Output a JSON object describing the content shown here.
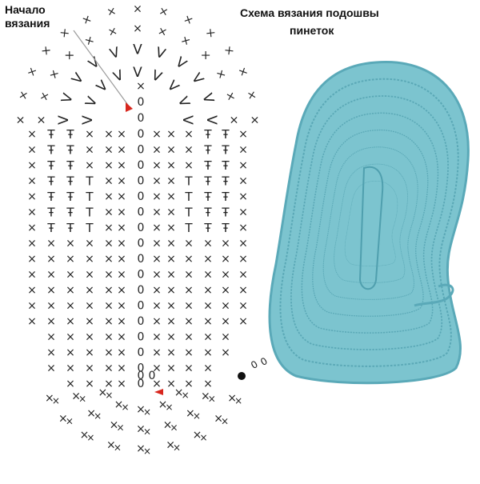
{
  "labels": {
    "start_line1": "Начало",
    "start_line2": "вязания",
    "title_line1": "Схема вязания подошвы",
    "title_line2": "пинеток"
  },
  "legend_symbols": {
    "single_crochet": "×",
    "chain": "0",
    "half_double": "T",
    "double": "Ŧ",
    "increase": "V",
    "slip_stitch": "•"
  },
  "colors": {
    "ink": "#222222",
    "marker": "#d8261d",
    "yarn": "#7cc4cf",
    "yarn_dark": "#4f9fae",
    "yarn_edge": "#5aa9b8"
  },
  "photo": {
    "description_icon": "crochet-sole-photo"
  }
}
